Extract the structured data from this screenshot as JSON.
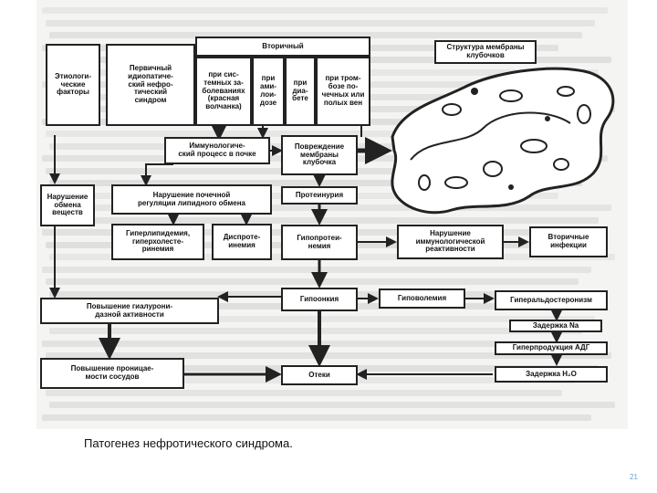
{
  "boxes": {
    "etiologic": "Этиологи-\nческие\nфакторы",
    "primary": "Первичный\nидиопатиче-\nский нефро-\nтический\nсиндром",
    "secondary": "Вторичный",
    "systemic": "при сис-\nтемных за-\nболеваниях\n(красная\nволчанка)",
    "amyloidosis": "при\nами-\nлои-\nдозе",
    "diabetes": "при\nдиа-\nбете",
    "thrombosis": "при тром-\nбозе по-\nчечных или\nполых вен",
    "membrane_structure": "Структура мембраны\nклубочков",
    "immunologic": "Иммунологиче-\nский процесс в почке",
    "damage": "Повреждение\nмембраны\nклубочка",
    "metabolism": "Нарушение\nобмена\nвеществ",
    "lipid_regulation": "Нарушение почечной\nрегуляции липидного обмена",
    "proteinuria": "Протеинурия",
    "hyperlipidemia": "Гиперлипидемия,\nгиперхолесте-\nринемия",
    "dysproteinemia": "Диспроте-\nинемия",
    "hypoproteinemia": "Гипопротеи-\nнемия",
    "immune_reactivity": "Нарушение\nиммунологической\nреактивности",
    "secondary_infections": "Вторичные\nинфекции",
    "hyaluronidase": "Повышение гиалурони-\nдазной активности",
    "hypooncia": "Гипоонкия",
    "hypovolemia": "Гиповолемия",
    "hyperaldosteronism": "Гиперальдостеронизм",
    "na_retention": "Задержка Na",
    "adh": "Гиперпродукция АДГ",
    "permeability": "Повышение проницае-\nмости сосудов",
    "edema": "Отеки",
    "h2o_retention": "Задержка H₂O"
  },
  "caption": "Патогенез нефротического синдрома.",
  "page_number": "21",
  "colors": {
    "line": "#222222",
    "box_fill": "#ffffff",
    "scan_bg": "#f4f4f2",
    "page_number": "#6aa0c8"
  }
}
